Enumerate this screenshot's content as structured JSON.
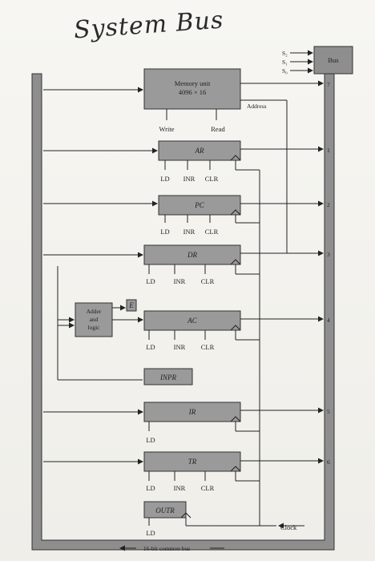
{
  "title": "System Bus",
  "memory": {
    "line1": "Memory unit",
    "line2": "4096 × 16"
  },
  "memory_ports": {
    "write": "Write",
    "read": "Read"
  },
  "address_label": "Address",
  "bus_label": "Bus",
  "select_lines": [
    "S₂",
    "S₁",
    "S₀"
  ],
  "registers": {
    "ar": "AR",
    "pc": "PC",
    "dr": "DR",
    "ac": "AC",
    "inpr": "INPR",
    "ir": "IR",
    "tr": "TR",
    "outr": "OUTR",
    "e": "E"
  },
  "adder": {
    "line1": "Adder",
    "line2": "and",
    "line3": "logic"
  },
  "controls": {
    "ld": "LD",
    "inr": "INR",
    "clr": "CLR"
  },
  "bus_numbers": [
    "7",
    "1",
    "2",
    "3",
    "4",
    "5",
    "6"
  ],
  "clock_label": "Clock",
  "bottom_label": "16-bit common bus"
}
